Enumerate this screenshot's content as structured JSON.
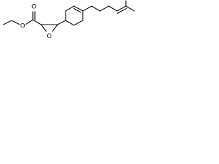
{
  "structure": {
    "atoms": {
      "ester_carbonyl_oxygen": "O",
      "ester_ether_oxygen": "O",
      "epoxide_oxygen": "O"
    }
  }
}
